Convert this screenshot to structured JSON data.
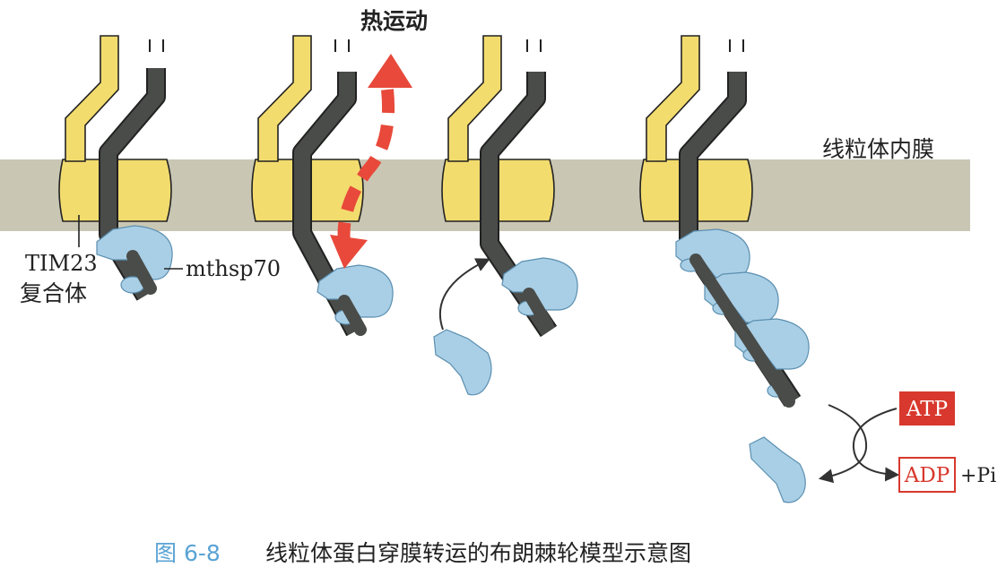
{
  "labels": {
    "thermal_motion": "热运动",
    "inner_membrane": "线粒体内膜",
    "complex_line1": "TIM23",
    "complex_line2": "复合体",
    "chaperone": "mthsp70",
    "atp": "ATP",
    "adp": "ADP",
    "pi": "+Pi"
  },
  "caption": {
    "figure_number": "图 6-8",
    "title": "线粒体蛋白穿膜转运的布朗棘轮模型示意图"
  },
  "colors": {
    "membrane": "#c9c7b4",
    "tim23": "#f3dc6e",
    "protein_chain": "#4a4c49",
    "mthsp70": "#a9cfe6",
    "thermal_arrow": "#e8493a",
    "atp_fill": "#d8382d",
    "adp_border": "#d8382d",
    "caption": "#5aa3d5"
  }
}
